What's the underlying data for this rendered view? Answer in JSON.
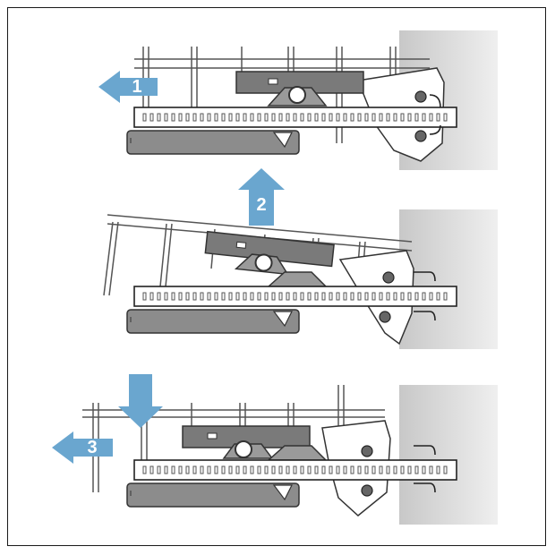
{
  "diagram": {
    "panels": [
      {
        "step_label": "1",
        "arrow_direction": "left"
      },
      {
        "step_label": "2",
        "arrow_direction": "up"
      },
      {
        "step_label": "3",
        "arrow_direction": "left",
        "press_direction": "down"
      }
    ]
  },
  "colors": {
    "arrow": "#6aa6cf",
    "rail": "#ffffff",
    "rail_outline": "#222222",
    "lower_slide": "#8c8c8c",
    "upper_slide": "#7a7a7a",
    "wall": "#d6d6d6",
    "wire": "#555555"
  }
}
